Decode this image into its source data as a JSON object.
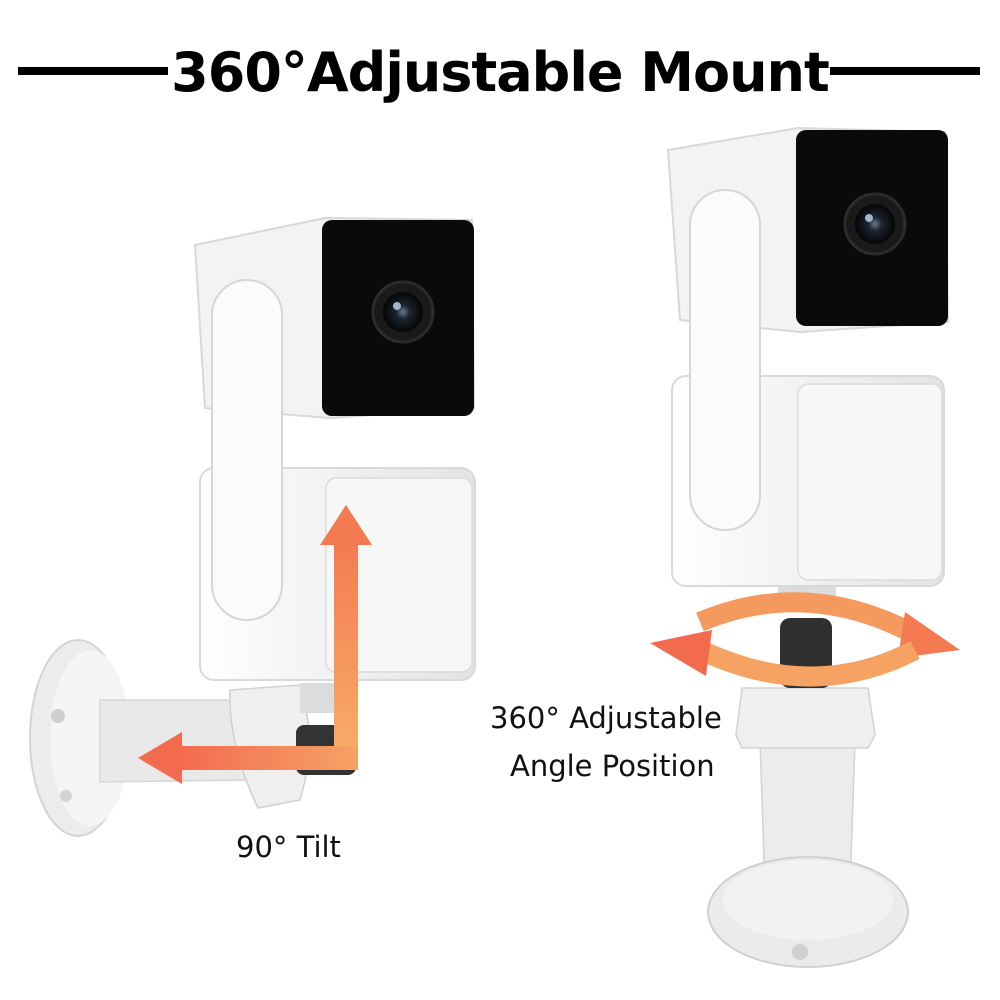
{
  "title": "360°Adjustable Mount",
  "captions": {
    "tilt": "90° Tilt",
    "rotation_line1": "360° Adjustable",
    "rotation_line2": "Angle Position"
  },
  "colors": {
    "arrow_orange": "#f47a52",
    "arrow_light": "#f8b06a",
    "camera_body": "#f2f2f2",
    "lens_panel": "#0a0a0a",
    "mount_grey": "#e8e8e8"
  },
  "icons": [
    "tilt-arrow-icon",
    "rotation-arrow-icon"
  ]
}
